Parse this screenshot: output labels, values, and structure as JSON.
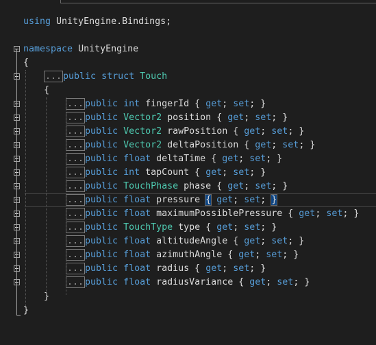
{
  "using_line": {
    "keyword": "using",
    "rest": " UnityEngine.Bindings;"
  },
  "namespace_line": {
    "keyword": "namespace",
    "name": " UnityEngine"
  },
  "open_brace": "{",
  "close_brace": "}",
  "struct_line": {
    "ellipsis": "...",
    "keyword": "public struct",
    "name": " Touch"
  },
  "struct_open": "{",
  "struct_close": "}",
  "ellipsis": "...",
  "members": [
    {
      "mod": "public",
      "type": "int",
      "type_kind": "kw",
      "name": " fingerId { ",
      "get": "get",
      "set": "set",
      "end": "; }"
    },
    {
      "mod": "public",
      "type": "Vector2",
      "type_kind": "ty",
      "name": " position { ",
      "get": "get",
      "set": "set",
      "end": "; }"
    },
    {
      "mod": "public",
      "type": "Vector2",
      "type_kind": "ty",
      "name": " rawPosition { ",
      "get": "get",
      "set": "set",
      "end": "; }"
    },
    {
      "mod": "public",
      "type": "Vector2",
      "type_kind": "ty",
      "name": " deltaPosition { ",
      "get": "get",
      "set": "set",
      "end": "; }"
    },
    {
      "mod": "public",
      "type": "float",
      "type_kind": "kw",
      "name": " deltaTime { ",
      "get": "get",
      "set": "set",
      "end": "; }"
    },
    {
      "mod": "public",
      "type": "int",
      "type_kind": "kw",
      "name": " tapCount { ",
      "get": "get",
      "set": "set",
      "end": "; }"
    },
    {
      "mod": "public",
      "type": "TouchPhase",
      "type_kind": "ty",
      "name": " phase { ",
      "get": "get",
      "set": "set",
      "end": "; }"
    },
    {
      "mod": "public",
      "type": "float",
      "type_kind": "kw",
      "name": " pressure ",
      "get": "get",
      "set": "set",
      "end": "; ",
      "highlight": true
    },
    {
      "mod": "public",
      "type": "float",
      "type_kind": "kw",
      "name": " maximumPossiblePressure { ",
      "get": "get",
      "set": "set",
      "end": "; }"
    },
    {
      "mod": "public",
      "type": "TouchType",
      "type_kind": "ty",
      "name": " type { ",
      "get": "get",
      "set": "set",
      "end": "; }"
    },
    {
      "mod": "public",
      "type": "float",
      "type_kind": "kw",
      "name": " altitudeAngle { ",
      "get": "get",
      "set": "set",
      "end": "; }"
    },
    {
      "mod": "public",
      "type": "float",
      "type_kind": "kw",
      "name": " azimuthAngle { ",
      "get": "get",
      "set": "set",
      "end": "; }"
    },
    {
      "mod": "public",
      "type": "float",
      "type_kind": "kw",
      "name": " radius { ",
      "get": "get",
      "set": "set",
      "end": "; }"
    },
    {
      "mod": "public",
      "type": "float",
      "type_kind": "kw",
      "name": " radiusVariance { ",
      "get": "get",
      "set": "set",
      "end": "; }"
    }
  ],
  "colors": {
    "background": "#1e1e1e",
    "keyword": "#569cd6",
    "type": "#4ec9b0",
    "text": "#dcdcdc"
  },
  "icons": {
    "collapse": "minus-box-icon",
    "expand": "plus-box-icon"
  }
}
